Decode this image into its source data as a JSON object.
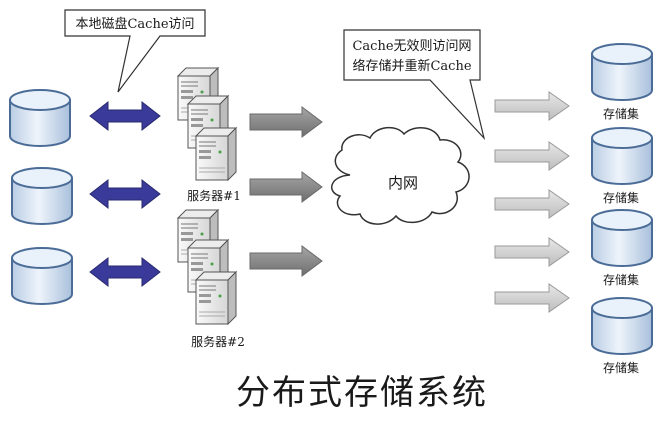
{
  "callouts": {
    "local_cache": "本地磁盘Cache访问",
    "invalid_cache_line1": "Cache无效则访问网",
    "invalid_cache_line2": "络存储并重新Cache"
  },
  "servers": [
    {
      "label": "服务器#1"
    },
    {
      "label": "服务器#2"
    }
  ],
  "network": {
    "label": "内网"
  },
  "storage_sets": [
    {
      "label": "存储集"
    },
    {
      "label": "存储集"
    },
    {
      "label": "存储集"
    },
    {
      "label": "存储集"
    }
  ],
  "title": "分布式存储系统",
  "colors": {
    "disk_fill": "#dce8f4",
    "disk_stroke": "#4a6c96",
    "bidirectional_arrow": "#3a3a9a",
    "gray_arrow": "#808080",
    "light_arrow": "#c8c8c8",
    "server_body": "#f0f0f0"
  },
  "icons": [
    "disk-icon",
    "server-icon",
    "cloud-icon",
    "bidirectional-arrow",
    "arrow-right"
  ]
}
